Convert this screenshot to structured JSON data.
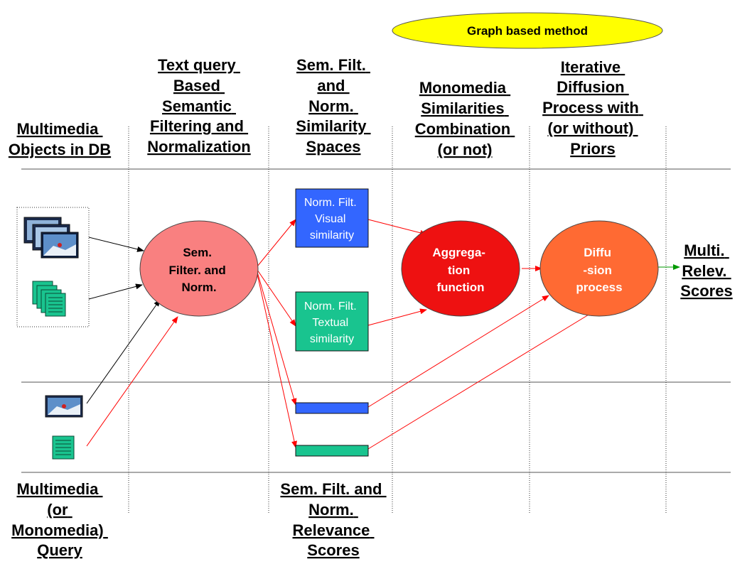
{
  "graph_label": "Graph based method",
  "headers": {
    "col1": [
      "Multimedia",
      "Objects in DB"
    ],
    "col2": [
      "Text query",
      "Based",
      "Semantic",
      "Filtering and",
      "Normalization"
    ],
    "col3": [
      "Sem. Filt.",
      "and",
      "Norm.",
      "Similarity",
      "Spaces"
    ],
    "col4": [
      "Monomedia",
      "Similarities",
      "Combination",
      "(or not)"
    ],
    "col5": [
      "Iterative",
      "Diffusion",
      "Process with",
      "(or without)",
      "Priors"
    ],
    "output": [
      "Multi.",
      "Relev.",
      "Scores"
    ]
  },
  "footers": {
    "query": [
      "Multimedia",
      "(or",
      "Monomedia)",
      "Query"
    ],
    "relevance": [
      "Sem. Filt. and",
      "Norm.",
      "Relevance",
      "Scores"
    ]
  },
  "nodes": {
    "filter": [
      "Sem.",
      "Filter. and",
      "Norm."
    ],
    "aggregation": [
      "Aggrega-",
      "tion",
      "function"
    ],
    "diffusion": [
      "Diffu",
      "-sion",
      "process"
    ]
  },
  "boxes": {
    "visual": [
      "Norm. Filt.",
      "Visual",
      "similarity"
    ],
    "textual": [
      "Norm. Filt.",
      "Textual",
      "similarity"
    ]
  },
  "colors": {
    "filter_fill": "#f98080",
    "aggregation_fill": "#ee1111",
    "diffusion_fill": "#ff6a33",
    "visual_box": "#3366ff",
    "textual_box": "#19c48f",
    "graph_ellipse": "#ffff00",
    "arrow_red": "#ff0000",
    "arrow_black": "#000000",
    "arrow_green": "#009900"
  }
}
